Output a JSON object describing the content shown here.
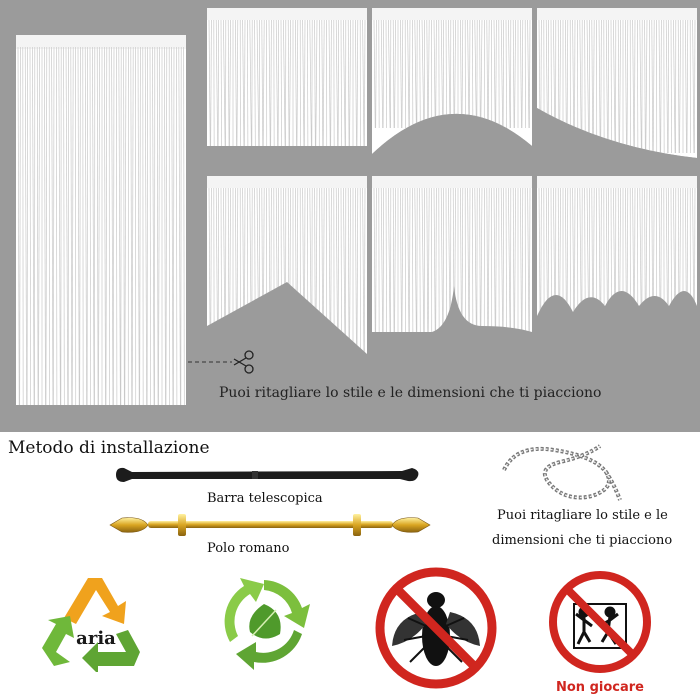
{
  "top_caption": "Puoi ritagliare lo stile e le dimensioni che ti piacciono",
  "installation": {
    "heading": "Metodo di installazione",
    "telescopic_label": "Barra telescopica",
    "roman_label": "Polo romano"
  },
  "rope_caption": {
    "line1": "Puoi ritagliare lo stile e le",
    "line2": "dimensioni che ti piacciono"
  },
  "icons": {
    "recycle_text": "aria",
    "no_play_label": "Non giocare"
  },
  "colors": {
    "gray_bg": "#9b9b9b",
    "green": "#5fa533",
    "orange": "#f0a21d",
    "prohibit_red": "#d0261f"
  }
}
